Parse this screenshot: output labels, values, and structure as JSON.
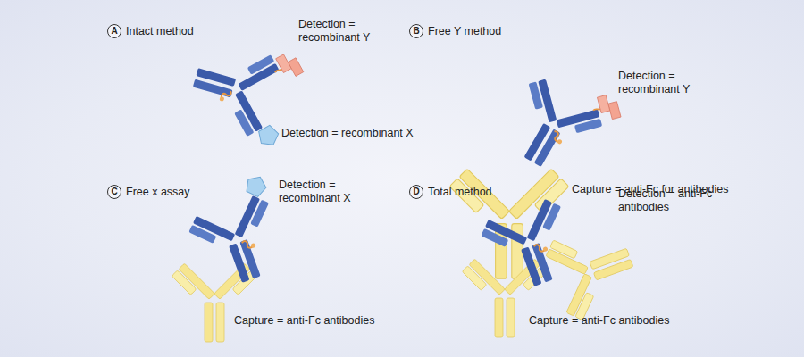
{
  "diagram": {
    "labels": [
      "A",
      "Intact method",
      "Detection = recombinant Y",
      "Detection = recombinant X",
      "B",
      "Free Y method",
      "Detection = recombinant Y",
      "Capture = anti-Fc for antibodies",
      "C",
      "Free x assay",
      "Detection = recombinant X",
      "Capture = anti-Fc antibodies",
      "D",
      "Total method",
      "Detection = anti-Fc antibodies",
      "Capture = anti-Fc antibodies"
    ]
  }
}
